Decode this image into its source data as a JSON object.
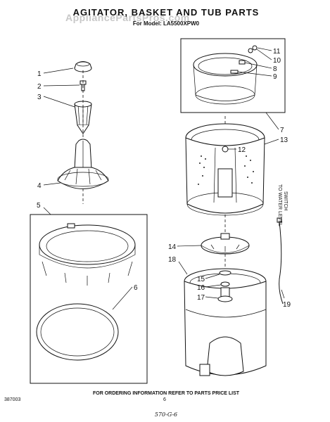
{
  "header": {
    "title": "AGITATOR, BASKET AND TUB PARTS",
    "subtitle": "For Model: LA5500XPW0",
    "watermark": "AppliancePartsPros.com"
  },
  "callouts": [
    "1",
    "2",
    "3",
    "4",
    "5",
    "6",
    "7",
    "8",
    "9",
    "10",
    "11",
    "12",
    "13",
    "14",
    "15",
    "16",
    "17",
    "18",
    "19"
  ],
  "side_label": [
    "TO WATER LEVEL",
    "SWITCH"
  ],
  "footer": {
    "ordering_note": "FOR ORDERING INFORMATION REFER TO PARTS PRICE LIST",
    "doc_number": "387003",
    "page_number": "6",
    "handwritten": "570-G-6"
  }
}
